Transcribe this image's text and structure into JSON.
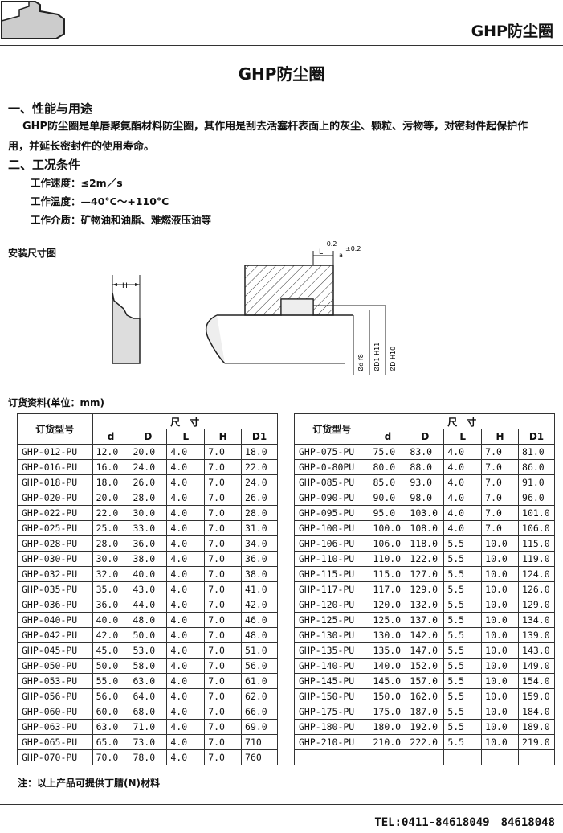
{
  "header": {
    "title": "GHP防尘圈"
  },
  "document": {
    "title": "GHP防尘圈"
  },
  "section1": {
    "heading": "一、性能与用途",
    "line1": "GHP防尘圈是单唇聚氨酯材料防尘圈，其作用是刮去活塞杆表面上的灰尘、颗粒、污物等，对密封件起保护作",
    "line2": "用，并延长密封件的使用寿命。"
  },
  "section2": {
    "heading": "二、工况条件",
    "speed": "工作速度：≤2m／s",
    "temp": "工作温度：—40°C～+110°C",
    "medium": "工作介质：矿物油和油脂、难燃液压油等"
  },
  "diagram": {
    "label": "安装尺寸图",
    "H": "H",
    "L": "L",
    "tol_L": "+0.2",
    "a": "a",
    "tol_a": "±0.2",
    "d": "Ød f8",
    "D1": "ØD1 H11",
    "D": "ØD H10"
  },
  "order": {
    "caption": "订货资料(单位：mm)",
    "headers": {
      "model": "订货型号",
      "size": "尺　寸",
      "d": "d",
      "D": "D",
      "L": "L",
      "H": "H",
      "D1": "D1"
    },
    "left_rows": [
      [
        "GHP-012-PU",
        "12.0",
        "20.0",
        "4.0",
        "7.0",
        "18.0"
      ],
      [
        "GHP-016-PU",
        "16.0",
        "24.0",
        "4.0",
        "7.0",
        "22.0"
      ],
      [
        "GHP-018-PU",
        "18.0",
        "26.0",
        "4.0",
        "7.0",
        "24.0"
      ],
      [
        "GHP-020-PU",
        "20.0",
        "28.0",
        "4.0",
        "7.0",
        "26.0"
      ],
      [
        "GHP-022-PU",
        "22.0",
        "30.0",
        "4.0",
        "7.0",
        "28.0"
      ],
      [
        "GHP-025-PU",
        "25.0",
        "33.0",
        "4.0",
        "7.0",
        "31.0"
      ],
      [
        "GHP-028-PU",
        "28.0",
        "36.0",
        "4.0",
        "7.0",
        "34.0"
      ],
      [
        "GHP-030-PU",
        "30.0",
        "38.0",
        "4.0",
        "7.0",
        "36.0"
      ],
      [
        "GHP-032-PU",
        "32.0",
        "40.0",
        "4.0",
        "7.0",
        "38.0"
      ],
      [
        "GHP-035-PU",
        "35.0",
        "43.0",
        "4.0",
        "7.0",
        "41.0"
      ],
      [
        "GHP-036-PU",
        "36.0",
        "44.0",
        "4.0",
        "7.0",
        "42.0"
      ],
      [
        "GHP-040-PU",
        "40.0",
        "48.0",
        "4.0",
        "7.0",
        "46.0"
      ],
      [
        "GHP-042-PU",
        "42.0",
        "50.0",
        "4.0",
        "7.0",
        "48.0"
      ],
      [
        "GHP-045-PU",
        "45.0",
        "53.0",
        "4.0",
        "7.0",
        "51.0"
      ],
      [
        "GHP-050-PU",
        "50.0",
        "58.0",
        "4.0",
        "7.0",
        "56.0"
      ],
      [
        "GHP-053-PU",
        "55.0",
        "63.0",
        "4.0",
        "7.0",
        "61.0"
      ],
      [
        "GHP-056-PU",
        "56.0",
        "64.0",
        "4.0",
        "7.0",
        "62.0"
      ],
      [
        "GHP-060-PU",
        "60.0",
        "68.0",
        "4.0",
        "7.0",
        "66.0"
      ],
      [
        "GHP-063-PU",
        "63.0",
        "71.0",
        "4.0",
        "7.0",
        "69.0"
      ],
      [
        "GHP-065-PU",
        "65.0",
        "73.0",
        "4.0",
        "7.0",
        "710"
      ],
      [
        "GHP-070-PU",
        "70.0",
        "78.0",
        "4.0",
        "7.0",
        "760"
      ]
    ],
    "right_rows": [
      [
        "GHP-075-PU",
        "75.0",
        "83.0",
        "4.0",
        "7.0",
        "81.0"
      ],
      [
        "GHP-0-80PU",
        "80.0",
        "88.0",
        "4.0",
        "7.0",
        "86.0"
      ],
      [
        "GHP-085-PU",
        "85.0",
        "93.0",
        "4.0",
        "7.0",
        "91.0"
      ],
      [
        "GHP-090-PU",
        "90.0",
        "98.0",
        "4.0",
        "7.0",
        "96.0"
      ],
      [
        "GHP-095-PU",
        "95.0",
        "103.0",
        "4.0",
        "7.0",
        "101.0"
      ],
      [
        "GHP-100-PU",
        "100.0",
        "108.0",
        "4.0",
        "7.0",
        "106.0"
      ],
      [
        "GHP-106-PU",
        "106.0",
        "118.0",
        "5.5",
        "10.0",
        "115.0"
      ],
      [
        "GHP-110-PU",
        "110.0",
        "122.0",
        "5.5",
        "10.0",
        "119.0"
      ],
      [
        "GHP-115-PU",
        "115.0",
        "127.0",
        "5.5",
        "10.0",
        "124.0"
      ],
      [
        "GHP-117-PU",
        "117.0",
        "129.0",
        "5.5",
        "10.0",
        "126.0"
      ],
      [
        "GHP-120-PU",
        "120.0",
        "132.0",
        "5.5",
        "10.0",
        "129.0"
      ],
      [
        "GHP-125-PU",
        "125.0",
        "137.0",
        "5.5",
        "10.0",
        "134.0"
      ],
      [
        "GHP-130-PU",
        "130.0",
        "142.0",
        "5.5",
        "10.0",
        "139.0"
      ],
      [
        "GHP-135-PU",
        "135.0",
        "147.0",
        "5.5",
        "10.0",
        "143.0"
      ],
      [
        "GHP-140-PU",
        "140.0",
        "152.0",
        "5.5",
        "10.0",
        "149.0"
      ],
      [
        "GHP-145-PU",
        "145.0",
        "157.0",
        "5.5",
        "10.0",
        "154.0"
      ],
      [
        "GHP-150-PU",
        "150.0",
        "162.0",
        "5.5",
        "10.0",
        "159.0"
      ],
      [
        "GHP-175-PU",
        "175.0",
        "187.0",
        "5.5",
        "10.0",
        "184.0"
      ],
      [
        "GHP-180-PU",
        "180.0",
        "192.0",
        "5.5",
        "10.0",
        "189.0"
      ],
      [
        "GHP-210-PU",
        "210.0",
        "222.0",
        "5.5",
        "10.0",
        "219.0"
      ],
      [
        "",
        "",
        "",
        "",
        "",
        ""
      ]
    ]
  },
  "note": "注：以上产品可提供丁腈(N)材料",
  "footer": {
    "tel": "TEL:0411-84618049　84618048"
  }
}
